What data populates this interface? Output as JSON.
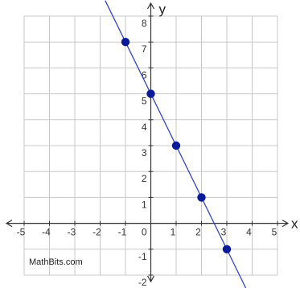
{
  "chart_data": {
    "type": "scatter",
    "xlim": [
      -5,
      5
    ],
    "ylim": [
      -2,
      8
    ],
    "x_ticks": [
      -5,
      -4,
      -3,
      -2,
      -1,
      1,
      2,
      3,
      4,
      5
    ],
    "y_ticks": [
      -2,
      -1,
      1,
      2,
      3,
      4,
      5,
      6,
      7,
      8
    ],
    "origin_label": "0",
    "xlabel": "x",
    "ylabel": "y",
    "grid": true,
    "points": [
      {
        "x": -1,
        "y": 7
      },
      {
        "x": 0,
        "y": 5
      },
      {
        "x": 1,
        "y": 3
      },
      {
        "x": 2,
        "y": 1
      },
      {
        "x": 3,
        "y": -1
      }
    ],
    "line": {
      "slope": -2,
      "intercept": 5
    },
    "line_color": "#3344cc",
    "point_color": "#0a1a99",
    "watermark": "MathBits.com"
  }
}
